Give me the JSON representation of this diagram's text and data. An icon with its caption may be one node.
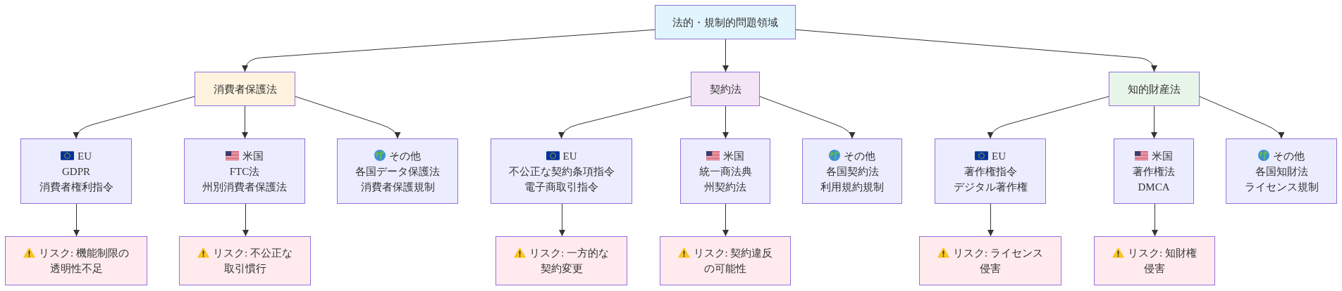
{
  "diagram": {
    "nodes": [
      {
        "text": [
          "法的・規制的問題領域"
        ]
      },
      {
        "text": [
          "消費者保護法"
        ]
      },
      {
        "text": [
          "契約法"
        ]
      },
      {
        "text": [
          "知的財産法"
        ]
      },
      {
        "text": [
          "EU",
          "GDPR",
          "消費者権利指令"
        ]
      },
      {
        "text": [
          "米国",
          "FTC法",
          "州別消費者保護法"
        ]
      },
      {
        "text": [
          "その他",
          "各国データ保護法",
          "消費者保護規制"
        ]
      },
      {
        "text": [
          "EU",
          "不公正な契約条項指令",
          "電子商取引指令"
        ]
      },
      {
        "text": [
          "米国",
          "統一商法典",
          "州契約法"
        ]
      },
      {
        "text": [
          "その他",
          "各国契約法",
          "利用規約規制"
        ]
      },
      {
        "text": [
          "EU",
          "著作権指令",
          "デジタル著作権"
        ]
      },
      {
        "text": [
          "米国",
          "著作権法",
          "DMCA"
        ]
      },
      {
        "text": [
          "その他",
          "各国知財法",
          "ライセンス規制"
        ]
      },
      {
        "text": [
          "リスク: 機能制限の透明性不足"
        ]
      },
      {
        "text": [
          "リスク: 不公正な取引慣行"
        ]
      },
      {
        "text": [
          "リスク: 一方的な契約変更"
        ]
      },
      {
        "text": [
          "リスク: 契約違反の可能性"
        ]
      },
      {
        "text": [
          "リスク: ライセンス侵害"
        ]
      },
      {
        "text": [
          "リスク: 知財権侵害"
        ]
      }
    ],
    "edges": [
      {
        "from": 0,
        "to": 1,
        "arrow": "to"
      },
      {
        "from": 0,
        "to": 2,
        "arrow": "to"
      },
      {
        "from": 0,
        "to": 3,
        "arrow": "to"
      },
      {
        "from": 1,
        "to": 4,
        "arrow": "to"
      },
      {
        "from": 1,
        "to": 5,
        "arrow": "to"
      },
      {
        "from": 1,
        "to": 6,
        "arrow": "to"
      },
      {
        "from": 2,
        "to": 7,
        "arrow": "to"
      },
      {
        "from": 2,
        "to": 8,
        "arrow": "to"
      },
      {
        "from": 2,
        "to": 9,
        "arrow": "to"
      },
      {
        "from": 3,
        "to": 10,
        "arrow": "to"
      },
      {
        "from": 3,
        "to": 11,
        "arrow": "to"
      },
      {
        "from": 3,
        "to": 12,
        "arrow": "to"
      },
      {
        "from": 4,
        "to": 13,
        "arrow": "to"
      },
      {
        "from": 5,
        "to": 14,
        "arrow": "to"
      },
      {
        "from": 7,
        "to": 15,
        "arrow": "to"
      },
      {
        "from": 8,
        "to": 16,
        "arrow": "to"
      },
      {
        "from": 10,
        "to": 17,
        "arrow": "to"
      },
      {
        "from": 11,
        "to": 18,
        "arrow": "to"
      }
    ]
  }
}
